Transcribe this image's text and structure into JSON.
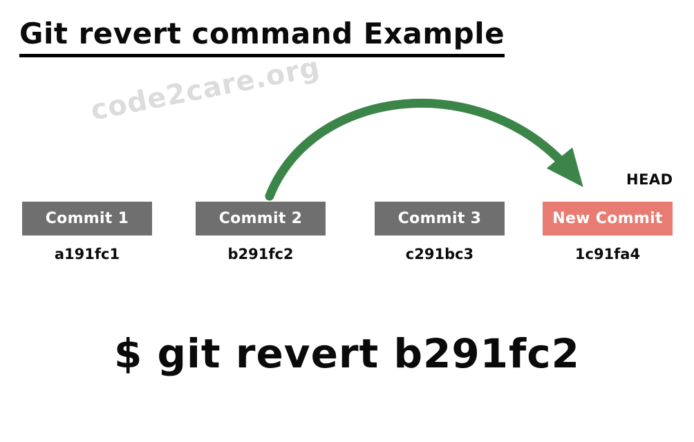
{
  "title": "Git revert command Example",
  "watermark": "code2care.org",
  "head_label": "HEAD",
  "command": "$ git revert b291fc2",
  "commits": [
    {
      "label": "Commit 1",
      "hash": "a191fc1",
      "type": "normal"
    },
    {
      "label": "Commit 2",
      "hash": "b291fc2",
      "type": "normal"
    },
    {
      "label": "Commit 3",
      "hash": "c291bc3",
      "type": "normal"
    },
    {
      "label": "New Commit",
      "hash": "1c91fa4",
      "type": "new"
    }
  ],
  "arrow": {
    "from_commit": "Commit 2",
    "to_commit": "New Commit",
    "meaning": "revert of b291fc2 creates new commit"
  },
  "colors": {
    "commit_box": "#6f6f6f",
    "new_commit_box": "#e97c72",
    "arrow": "#3b8549",
    "box_text": "#ffffff",
    "text": "#0a0a0a",
    "watermark": "#dcdcdc"
  }
}
